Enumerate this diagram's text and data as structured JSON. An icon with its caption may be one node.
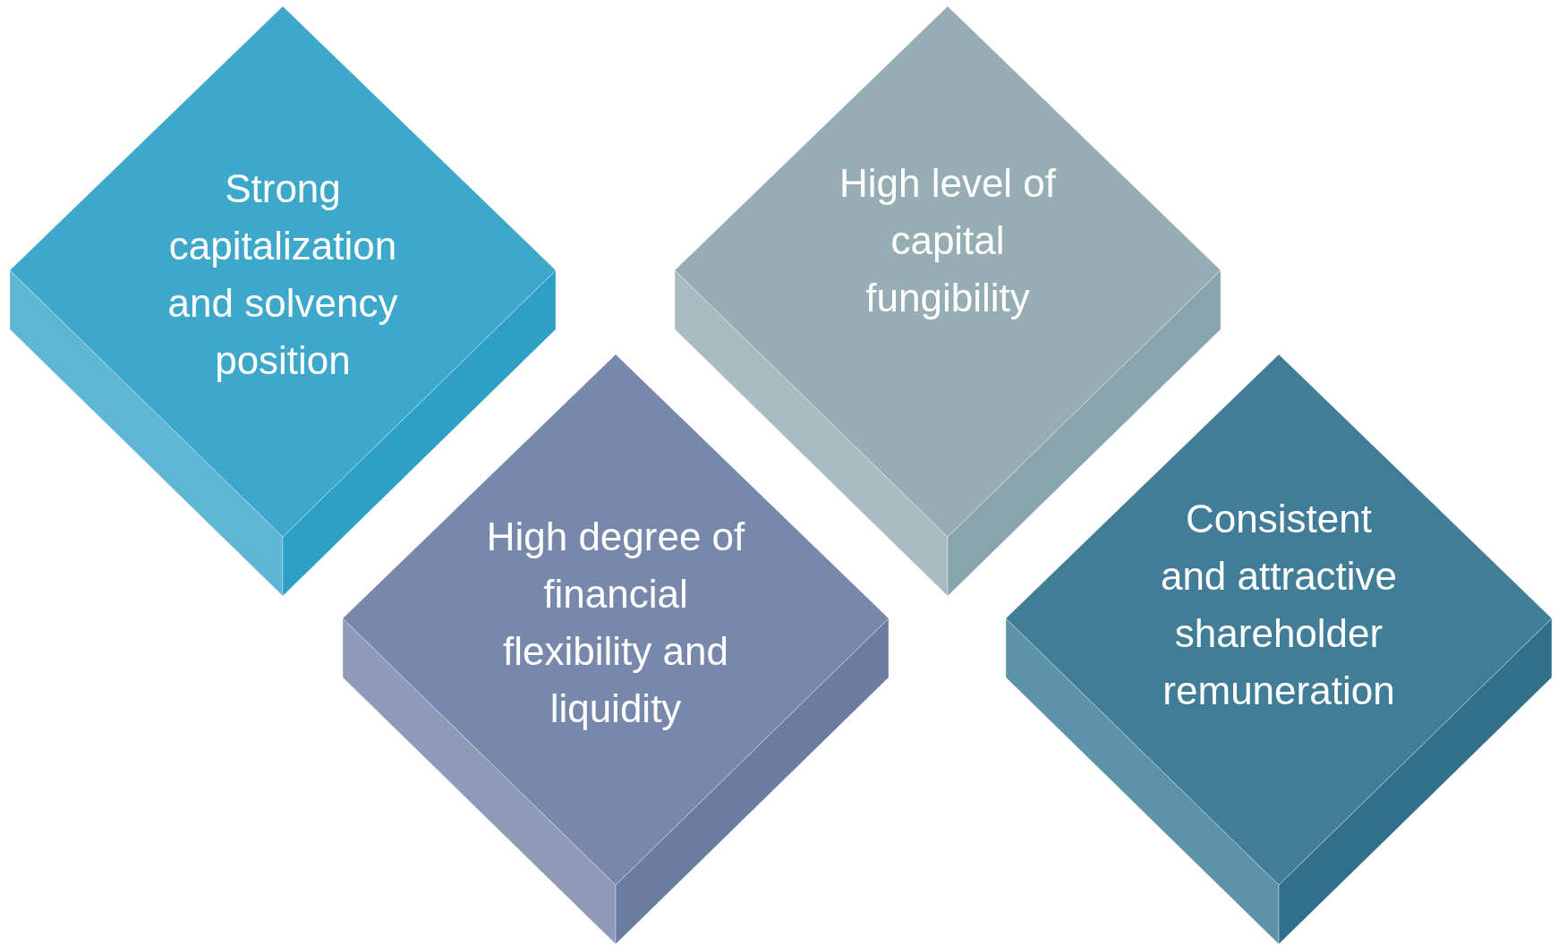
{
  "diagram": {
    "nodes": [
      {
        "text": [
          "Strong capitalization and solvency position"
        ]
      },
      {
        "text": [
          "High degree of financial flexibility and liquidity"
        ]
      },
      {
        "text": [
          "High level of capital fungibility"
        ]
      },
      {
        "text": [
          "Consistent and attractive shareholder remuneration"
        ]
      }
    ]
  }
}
